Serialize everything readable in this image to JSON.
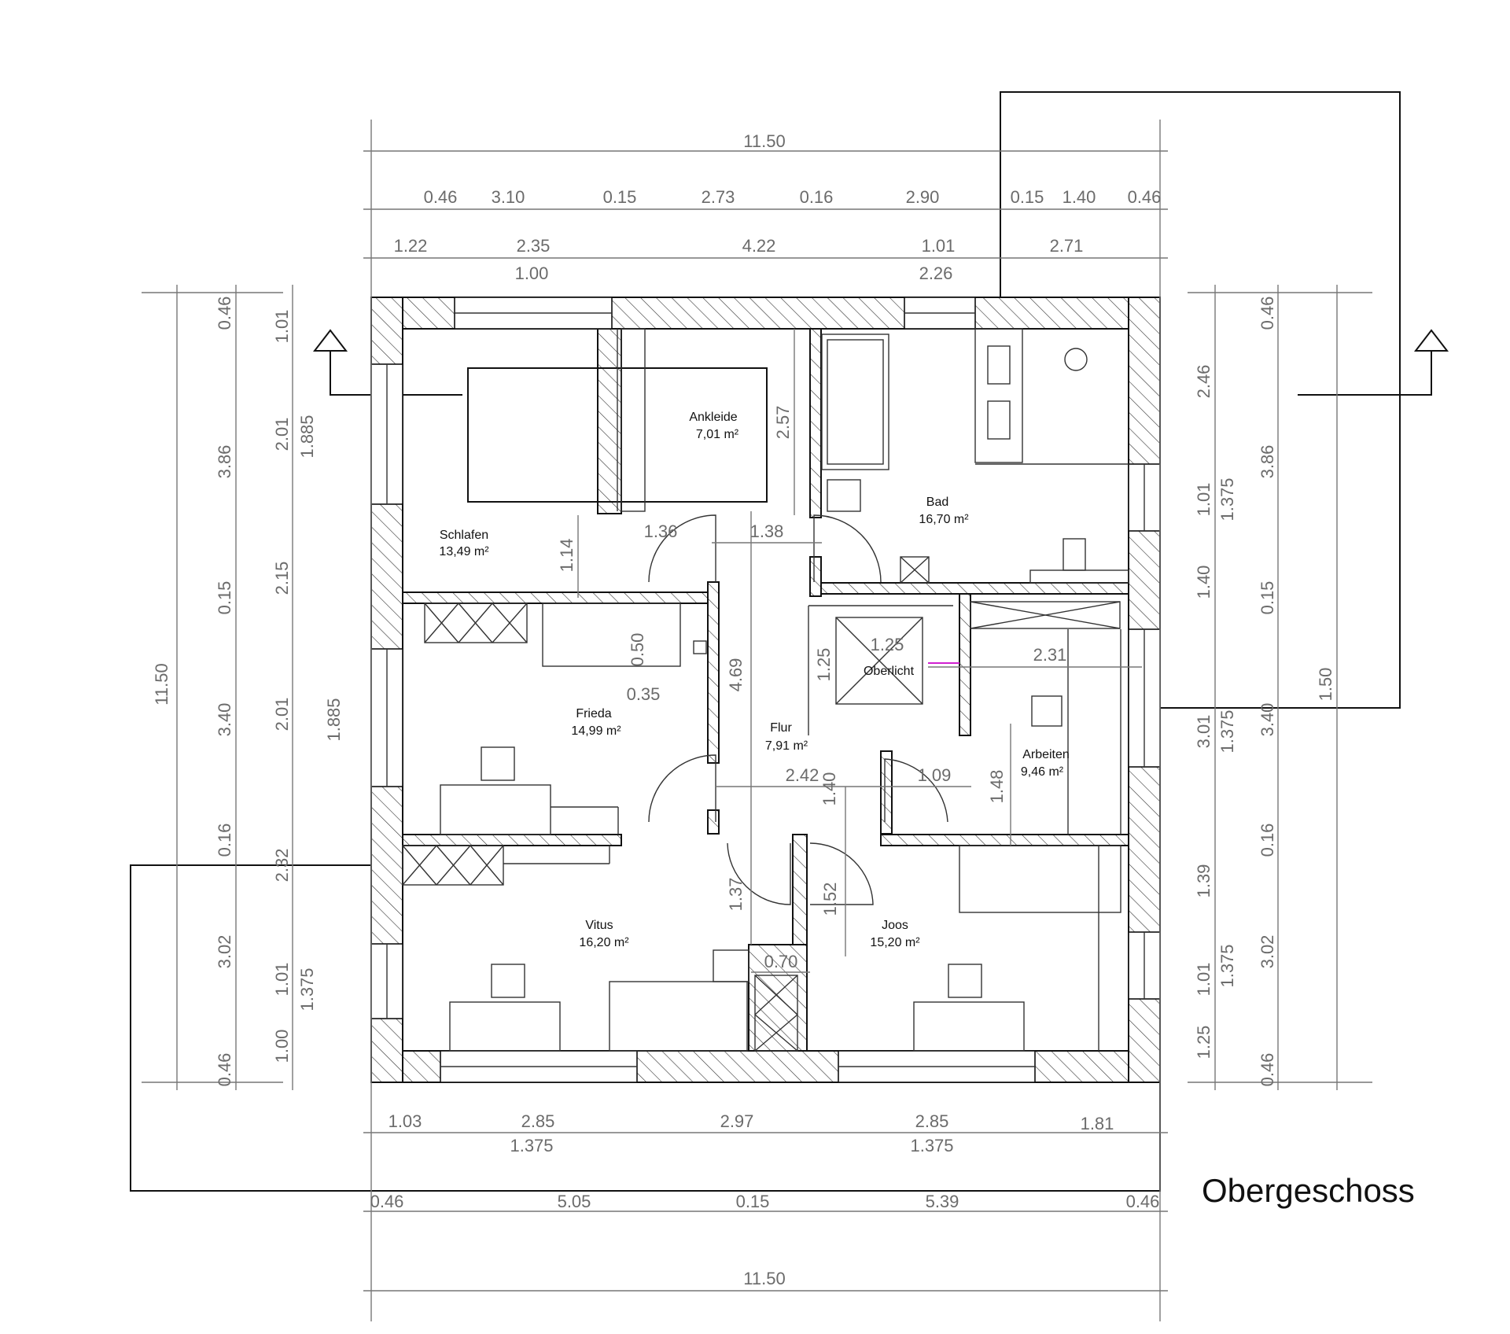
{
  "title": "Obergeschoss",
  "rooms": {
    "schlafen": {
      "name": "Schlafen",
      "area": "13,49 m²"
    },
    "ankleide": {
      "name": "Ankleide",
      "area": "7,01 m²"
    },
    "bad": {
      "name": "Bad",
      "area": "16,70 m²"
    },
    "frieda": {
      "name": "Frieda",
      "area": "14,99 m²"
    },
    "flur": {
      "name": "Flur",
      "area": "7,91 m²"
    },
    "oberlicht": {
      "name": "Oberlicht"
    },
    "arbeiten": {
      "name": "Arbeiten",
      "area": "9,46 m²"
    },
    "vitus": {
      "name": "Vitus",
      "area": "16,20 m²"
    },
    "joos": {
      "name": "Joos",
      "area": "15,20 m²"
    }
  },
  "dims": {
    "top_total": "11.50",
    "top_row1": [
      "0.46",
      "3.10",
      "0.15",
      "2.73",
      "0.16",
      "2.90",
      "0.15",
      "1.40",
      "0.46"
    ],
    "top_row2": [
      "1.22",
      "2.35",
      "4.22",
      "1.01",
      "2.71"
    ],
    "top_row3": [
      "1.00",
      "2.26"
    ],
    "left_outer": [
      "0.46",
      "3.86",
      "0.15",
      "3.40",
      "0.16",
      "3.02",
      "0.46"
    ],
    "left_inner": [
      "1.01",
      "2.01",
      "2.15",
      "2.01",
      "2.32",
      "1.01",
      "1.00"
    ],
    "left_extra": [
      "1.885",
      "1.885",
      "1.375"
    ],
    "left_total": "11.50",
    "right_outer": [
      "0.46",
      "3.86",
      "0.15",
      "3.40",
      "0.16",
      "3.02",
      "0.46"
    ],
    "right_inner": [
      "2.46",
      "1.01",
      "1.40",
      "3.01",
      "1.39",
      "1.01",
      "1.25"
    ],
    "right_extra": [
      "1.375",
      "1.375",
      "1.375"
    ],
    "right_total": "1.50",
    "bottom_row1": [
      "1.03",
      "2.85",
      "2.97",
      "2.85",
      "1.81"
    ],
    "bottom_row2": [
      "1.375",
      "1.375"
    ],
    "bottom_row3": [
      "0.46",
      "5.05",
      "0.15",
      "5.39",
      "0.46"
    ],
    "bottom_total": "11.50",
    "interior": [
      "2.57",
      "1.36",
      "1.38",
      "1.14",
      "0.50",
      "0.35",
      "4.69",
      "1.25",
      "1.25",
      "2.31",
      "2.42",
      "1.09",
      "1.40",
      "1.48",
      "1.37",
      "1.52",
      "0.70"
    ]
  }
}
